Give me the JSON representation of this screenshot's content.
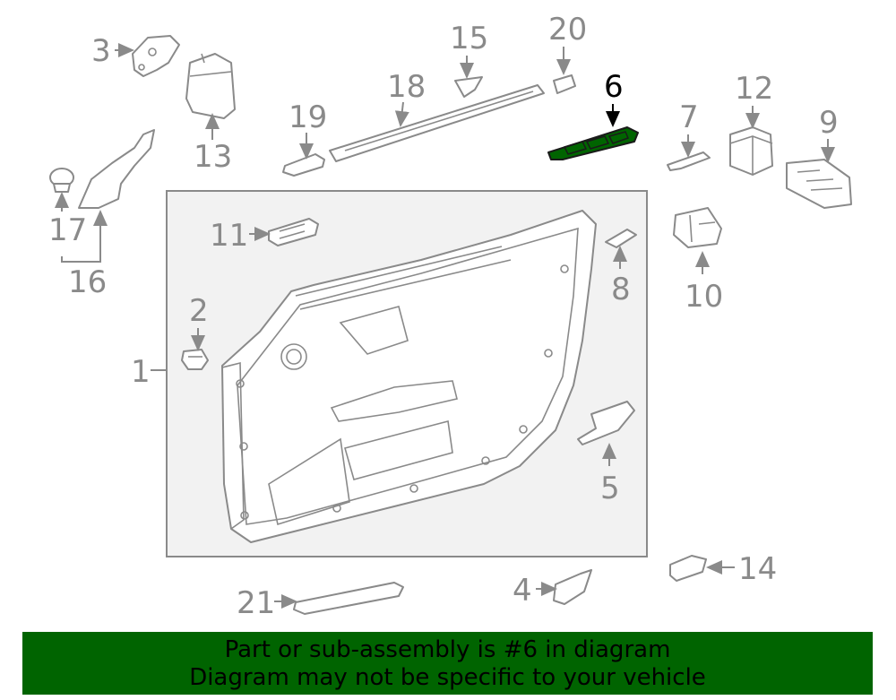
{
  "colors": {
    "highlight_fill": "#006400",
    "line_gray": "#8a8a8a",
    "panel_background": "#f2f2f2",
    "banner_background": "#006400",
    "highlight_label": "#000000"
  },
  "callouts": {
    "c1": "1",
    "c2": "2",
    "c3": "3",
    "c4": "4",
    "c5": "5",
    "c6": "6",
    "c7": "7",
    "c8": "8",
    "c9": "9",
    "c10": "10",
    "c11": "11",
    "c12": "12",
    "c13": "13",
    "c14": "14",
    "c15": "15",
    "c16": "16",
    "c17": "17",
    "c18": "18",
    "c19": "19",
    "c20": "20",
    "c21": "21"
  },
  "highlighted_part": "6",
  "banner": {
    "line1": "Part or sub-assembly is #6 in diagram",
    "line2": "Diagram may not be specific to your vehicle"
  }
}
